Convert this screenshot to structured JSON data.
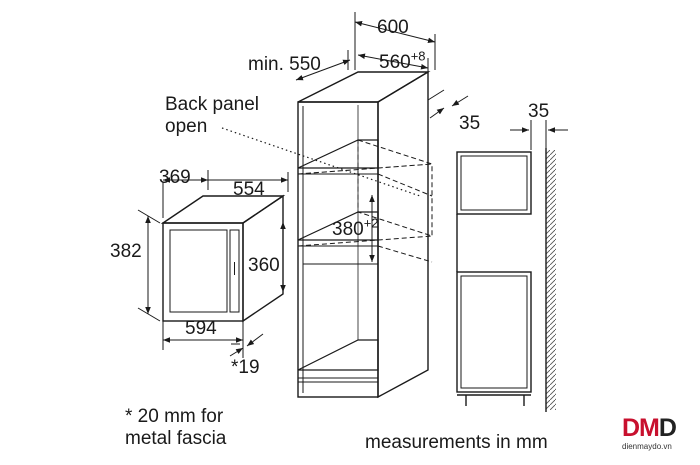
{
  "dimensions": {
    "microwave_depth": "369",
    "microwave_width": "554",
    "microwave_height": "382",
    "microwave_inner_height": "360",
    "microwave_front_width": "594",
    "microwave_fascia": "*19",
    "cabinet_depth_min": "min. 550",
    "cabinet_width": "600",
    "niche_width": "560",
    "niche_width_tol": "+8",
    "back_gap": "35",
    "niche_height": "380",
    "niche_height_tol": "+2",
    "side_gap": "35"
  },
  "labels": {
    "back_panel_line1": "Back panel",
    "back_panel_line2": "open",
    "footnote_line1": "* 20 mm for",
    "footnote_line2": "metal fascia",
    "units": "measurements in mm"
  },
  "logo": {
    "mark_red": "DM",
    "mark_dark": "D",
    "site": "dienmaydo.vn",
    "brand_color": "#c8102e"
  }
}
